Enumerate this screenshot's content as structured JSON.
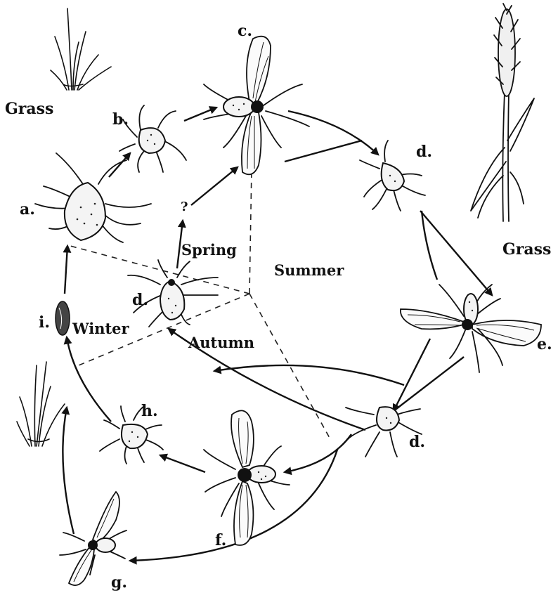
{
  "labels": {
    "grass_left": "Grass",
    "grass_right": "Grass",
    "a": "a.",
    "b": "b.",
    "c": "c.",
    "d_top": "d.",
    "d_center": "d.",
    "d_lower": "d.",
    "e": "e.",
    "f": "f.",
    "g": "g.",
    "h": "h.",
    "i": "i.",
    "question": "?",
    "spring": "Spring",
    "summer": "Summer",
    "autumn": "Autumn",
    "winter": "Winter"
  },
  "colors": {
    "ink": "#111111",
    "background": "#ffffff"
  }
}
